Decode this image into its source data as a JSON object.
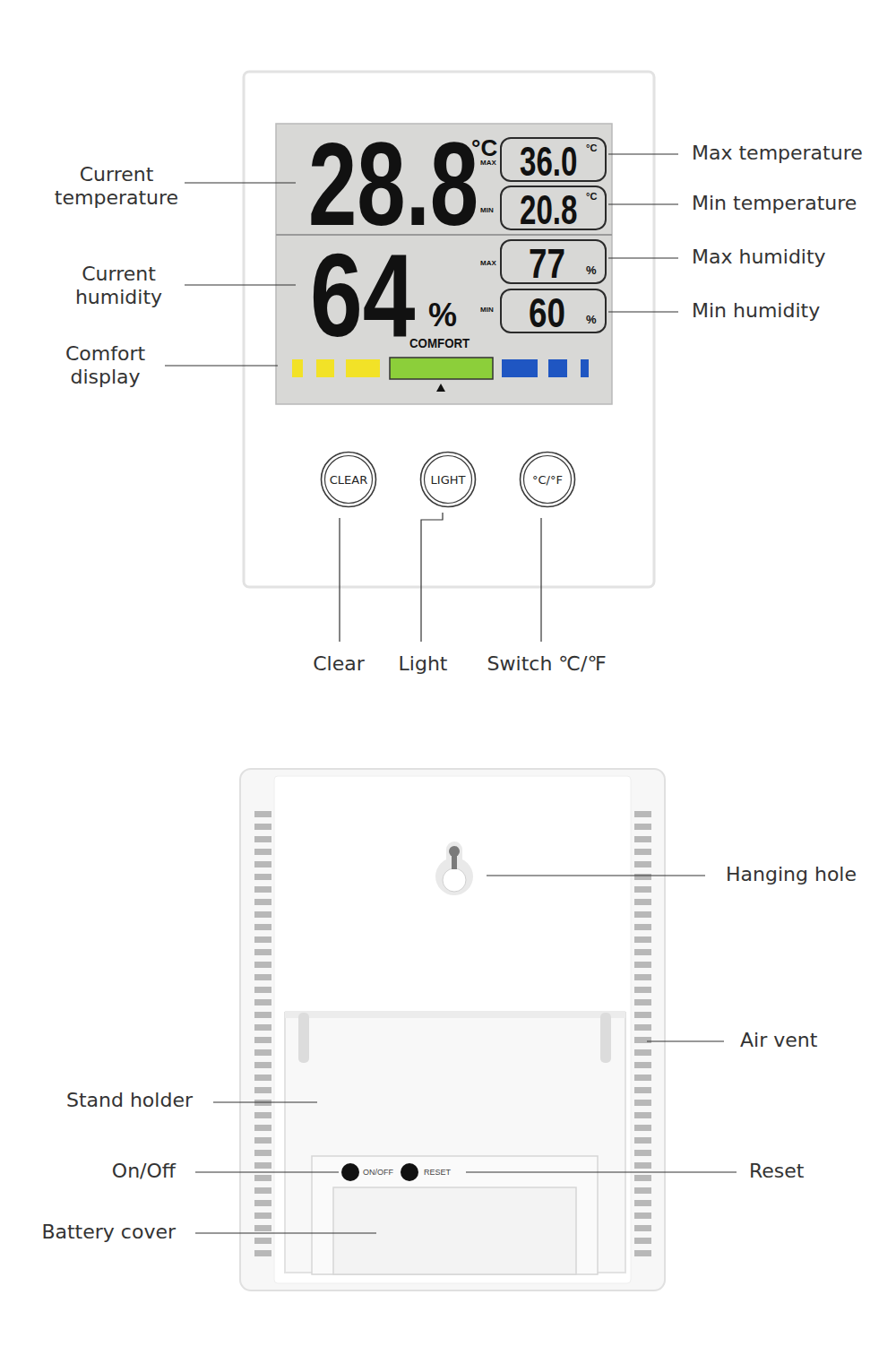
{
  "diagram": {
    "nodes": [
      {
        "text": [
          "28.8",
          "°C",
          "64",
          "%",
          "COMFORT",
          "MAX",
          "MIN",
          "MAX",
          "MIN"
        ]
      },
      {
        "text": [
          "36.0",
          "°C"
        ],
        "in": 0
      },
      {
        "text": [
          "20.8",
          "°C"
        ],
        "in": 0
      },
      {
        "text": [
          "77",
          "%"
        ],
        "in": 0
      },
      {
        "text": [
          "60",
          "%"
        ],
        "in": 0
      },
      {
        "text": [
          "CLEAR"
        ]
      },
      {
        "text": [
          "LIGHT"
        ]
      },
      {
        "text": [
          "°C/°F"
        ]
      }
    ],
    "labels": [
      "Current temperature",
      "Current humidity",
      "Comfort display",
      "Max temperature",
      "Min temperature",
      "Max humidity",
      "Min humidity",
      "Clear",
      "Light",
      "Switch ℃/℉",
      "Hanging hole",
      "Air vent",
      "Stand holder",
      "On/Off",
      "Reset",
      "Battery cover",
      "ON/OFF",
      "RESET"
    ]
  }
}
